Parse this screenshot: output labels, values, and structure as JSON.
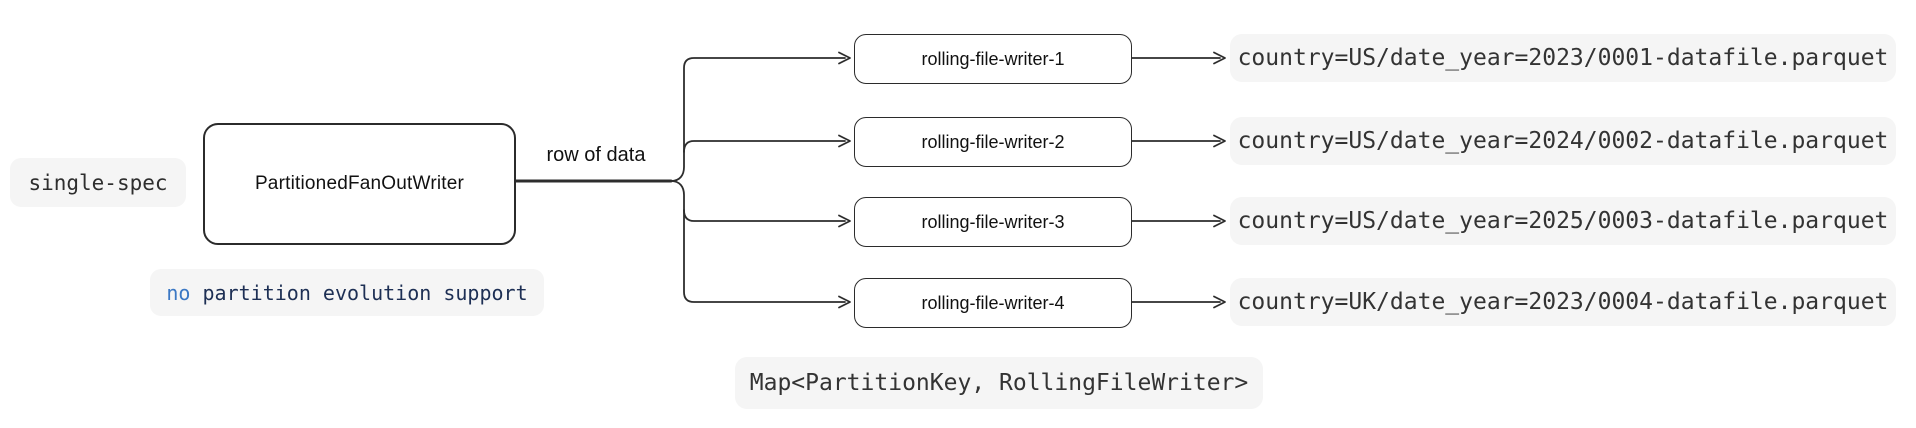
{
  "diagram": {
    "spec_badge_label": "single-spec",
    "main_box_label": "PartitionedFanOutWriter",
    "edge_label": "row of data",
    "note": {
      "highlight": "no",
      "rest": " partition evolution support"
    },
    "map_label": "Map<PartitionKey, RollingFileWriter>",
    "rows": [
      {
        "writer": "rolling-file-writer-1",
        "file": "country=US/date_year=2023/0001-datafile.parquet"
      },
      {
        "writer": "rolling-file-writer-2",
        "file": "country=US/date_year=2024/0002-datafile.parquet"
      },
      {
        "writer": "rolling-file-writer-3",
        "file": "country=US/date_year=2025/0003-datafile.parquet"
      },
      {
        "writer": "rolling-file-writer-4",
        "file": "country=UK/date_year=2023/0004-datafile.parquet"
      }
    ],
    "colors": {
      "background": "#ffffff",
      "badge_background": "#f5f5f5",
      "node_border": "#2b2b2b",
      "wire_stroke": "#2d2d2d",
      "note_highlight": "#3b78c4",
      "note_text": "#1d2f54",
      "mono_text": "#333333"
    }
  }
}
